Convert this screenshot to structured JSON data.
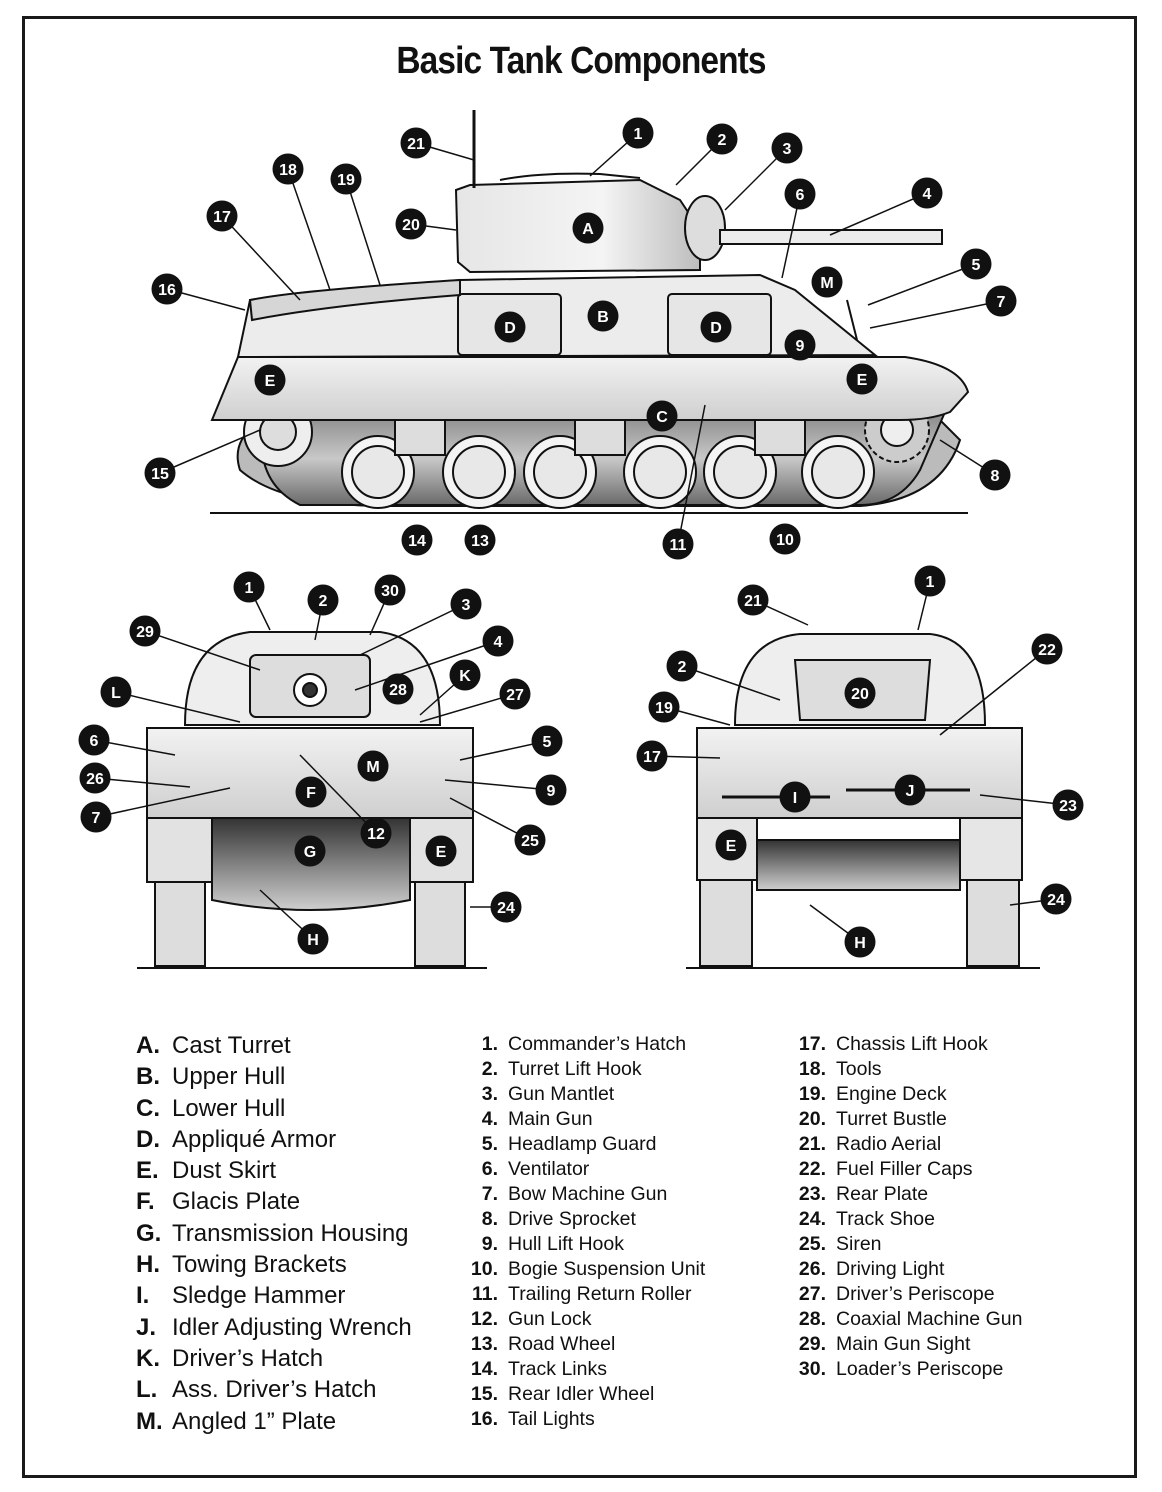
{
  "title": "Basic Tank Components",
  "side_callouts": [
    "21",
    "1",
    "2",
    "3",
    "18",
    "19",
    "6",
    "4",
    "17",
    "20",
    "A",
    "16",
    "M",
    "5",
    "7",
    "B",
    "D",
    "D",
    "9",
    "E",
    "E",
    "C",
    "15",
    "8",
    "14",
    "13",
    "11",
    "10"
  ],
  "front_callouts": [
    "1",
    "2",
    "30",
    "3",
    "29",
    "4",
    "K",
    "L",
    "28",
    "27",
    "6",
    "M",
    "5",
    "26",
    "F",
    "9",
    "7",
    "12",
    "25",
    "G",
    "E",
    "24",
    "H"
  ],
  "rear_callouts": [
    "1",
    "21",
    "22",
    "2",
    "20",
    "19",
    "17",
    "I",
    "J",
    "23",
    "E",
    "24",
    "H"
  ],
  "letter_legend": [
    {
      "key": "A.",
      "label": "Cast Turret"
    },
    {
      "key": "B.",
      "label": "Upper Hull"
    },
    {
      "key": "C.",
      "label": "Lower Hull"
    },
    {
      "key": "D.",
      "label": "Appliqué Armor"
    },
    {
      "key": "E.",
      "label": "Dust Skirt"
    },
    {
      "key": "F.",
      "label": "Glacis Plate"
    },
    {
      "key": "G.",
      "label": "Transmission Housing"
    },
    {
      "key": "H.",
      "label": "Towing Brackets"
    },
    {
      "key": "I.",
      "label": "Sledge Hammer"
    },
    {
      "key": "J.",
      "label": "Idler Adjusting Wrench"
    },
    {
      "key": "K.",
      "label": "Driver’s Hatch"
    },
    {
      "key": "L.",
      "label": "Ass. Driver’s Hatch"
    },
    {
      "key": "M.",
      "label": "Angled 1” Plate"
    }
  ],
  "number_legend_1": [
    {
      "key": "1.",
      "label": "Commander’s Hatch"
    },
    {
      "key": "2.",
      "label": "Turret Lift Hook"
    },
    {
      "key": "3.",
      "label": "Gun Mantlet"
    },
    {
      "key": "4.",
      "label": "Main Gun"
    },
    {
      "key": "5.",
      "label": "Headlamp Guard"
    },
    {
      "key": "6.",
      "label": "Ventilator"
    },
    {
      "key": "7.",
      "label": "Bow Machine Gun"
    },
    {
      "key": "8.",
      "label": "Drive Sprocket"
    },
    {
      "key": "9.",
      "label": "Hull Lift Hook"
    },
    {
      "key": "10.",
      "label": "Bogie Suspension Unit"
    },
    {
      "key": "11.",
      "label": "Trailing Return Roller"
    },
    {
      "key": "12.",
      "label": "Gun Lock"
    },
    {
      "key": "13.",
      "label": "Road Wheel"
    },
    {
      "key": "14.",
      "label": "Track Links"
    },
    {
      "key": "15.",
      "label": "Rear Idler Wheel"
    },
    {
      "key": "16.",
      "label": "Tail Lights"
    }
  ],
  "number_legend_2": [
    {
      "key": "17.",
      "label": "Chassis Lift Hook"
    },
    {
      "key": "18.",
      "label": "Tools"
    },
    {
      "key": "19.",
      "label": "Engine Deck"
    },
    {
      "key": "20.",
      "label": "Turret Bustle"
    },
    {
      "key": "21.",
      "label": "Radio Aerial"
    },
    {
      "key": "22.",
      "label": "Fuel Filler Caps"
    },
    {
      "key": "23.",
      "label": "Rear Plate"
    },
    {
      "key": "24.",
      "label": "Track Shoe"
    },
    {
      "key": "25.",
      "label": "Siren"
    },
    {
      "key": "26.",
      "label": "Driving Light"
    },
    {
      "key": "27.",
      "label": "Driver’s Periscope"
    },
    {
      "key": "28.",
      "label": "Coaxial Machine Gun"
    },
    {
      "key": "29.",
      "label": "Main Gun Sight"
    },
    {
      "key": "30.",
      "label": "Loader’s Periscope"
    }
  ]
}
